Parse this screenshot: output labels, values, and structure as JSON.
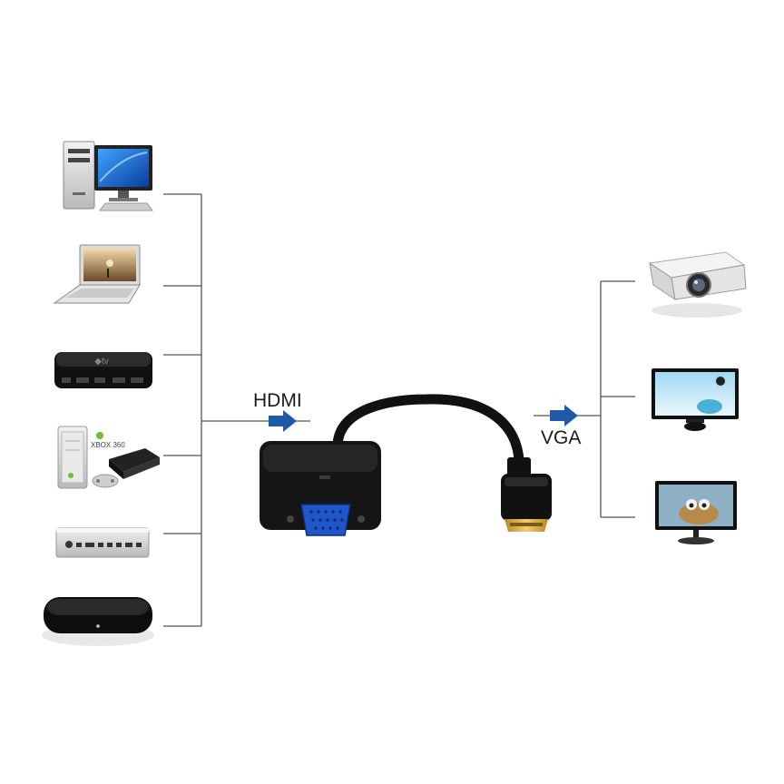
{
  "labels": {
    "input": "HDMI",
    "output": "VGA"
  },
  "badges": {
    "xbox": "XBOX 360"
  },
  "sources": [
    {
      "icon": "desktop-computer-icon"
    },
    {
      "icon": "laptop-icon"
    },
    {
      "icon": "apple-tv-box-icon"
    },
    {
      "icon": "xbox-360-console-icon"
    },
    {
      "icon": "mac-mini-icon"
    },
    {
      "icon": "media-streaming-box-icon"
    }
  ],
  "displays": [
    {
      "icon": "projector-icon"
    },
    {
      "icon": "lcd-monitor-icon"
    },
    {
      "icon": "lcd-tv-icon"
    }
  ],
  "colors": {
    "arrow": "#1e5aa8",
    "connector_line": "#555555",
    "vga_port": "#1f56c8",
    "hdmi_plug_tip": "#d4a53a"
  }
}
